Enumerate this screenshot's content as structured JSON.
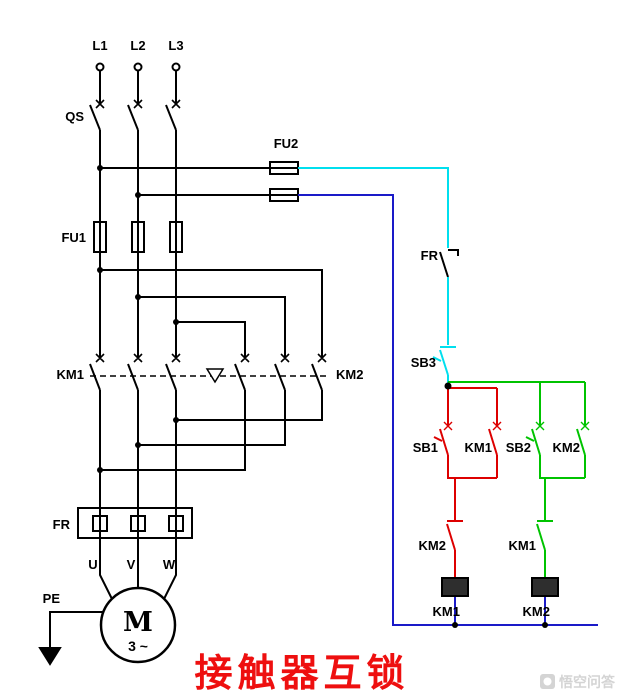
{
  "caption": {
    "text": "接触器互锁"
  },
  "watermark": {
    "text": "悟空问答"
  },
  "labels": {
    "l1": "L1",
    "l2": "L2",
    "l3": "L3",
    "qs": "QS",
    "fu2": "FU2",
    "fu1": "FU1",
    "km1_main": "KM1",
    "km2_main": "KM2",
    "fr_main": "FR",
    "u": "U",
    "v": "V",
    "w": "W",
    "pe": "PE",
    "motor_letter": "M",
    "motor_phase": "3 ~",
    "fr_contact": "FR",
    "sb3": "SB3",
    "sb1": "SB1",
    "km1_aux": "KM1",
    "sb2": "SB2",
    "km2_aux": "KM2",
    "km2_interlock": "KM2",
    "km1_interlock": "KM1",
    "km1_coil": "KM1",
    "km2_coil": "KM2"
  },
  "colors": {
    "main_wire": "#000000",
    "control_cyan": "#00dfee",
    "control_blue": "#1a1ac8",
    "forward_red": "#dd0000",
    "reverse_green": "#00c300",
    "caption_red": "#ee0f0f",
    "watermark_gray": "#d4d4d4"
  }
}
